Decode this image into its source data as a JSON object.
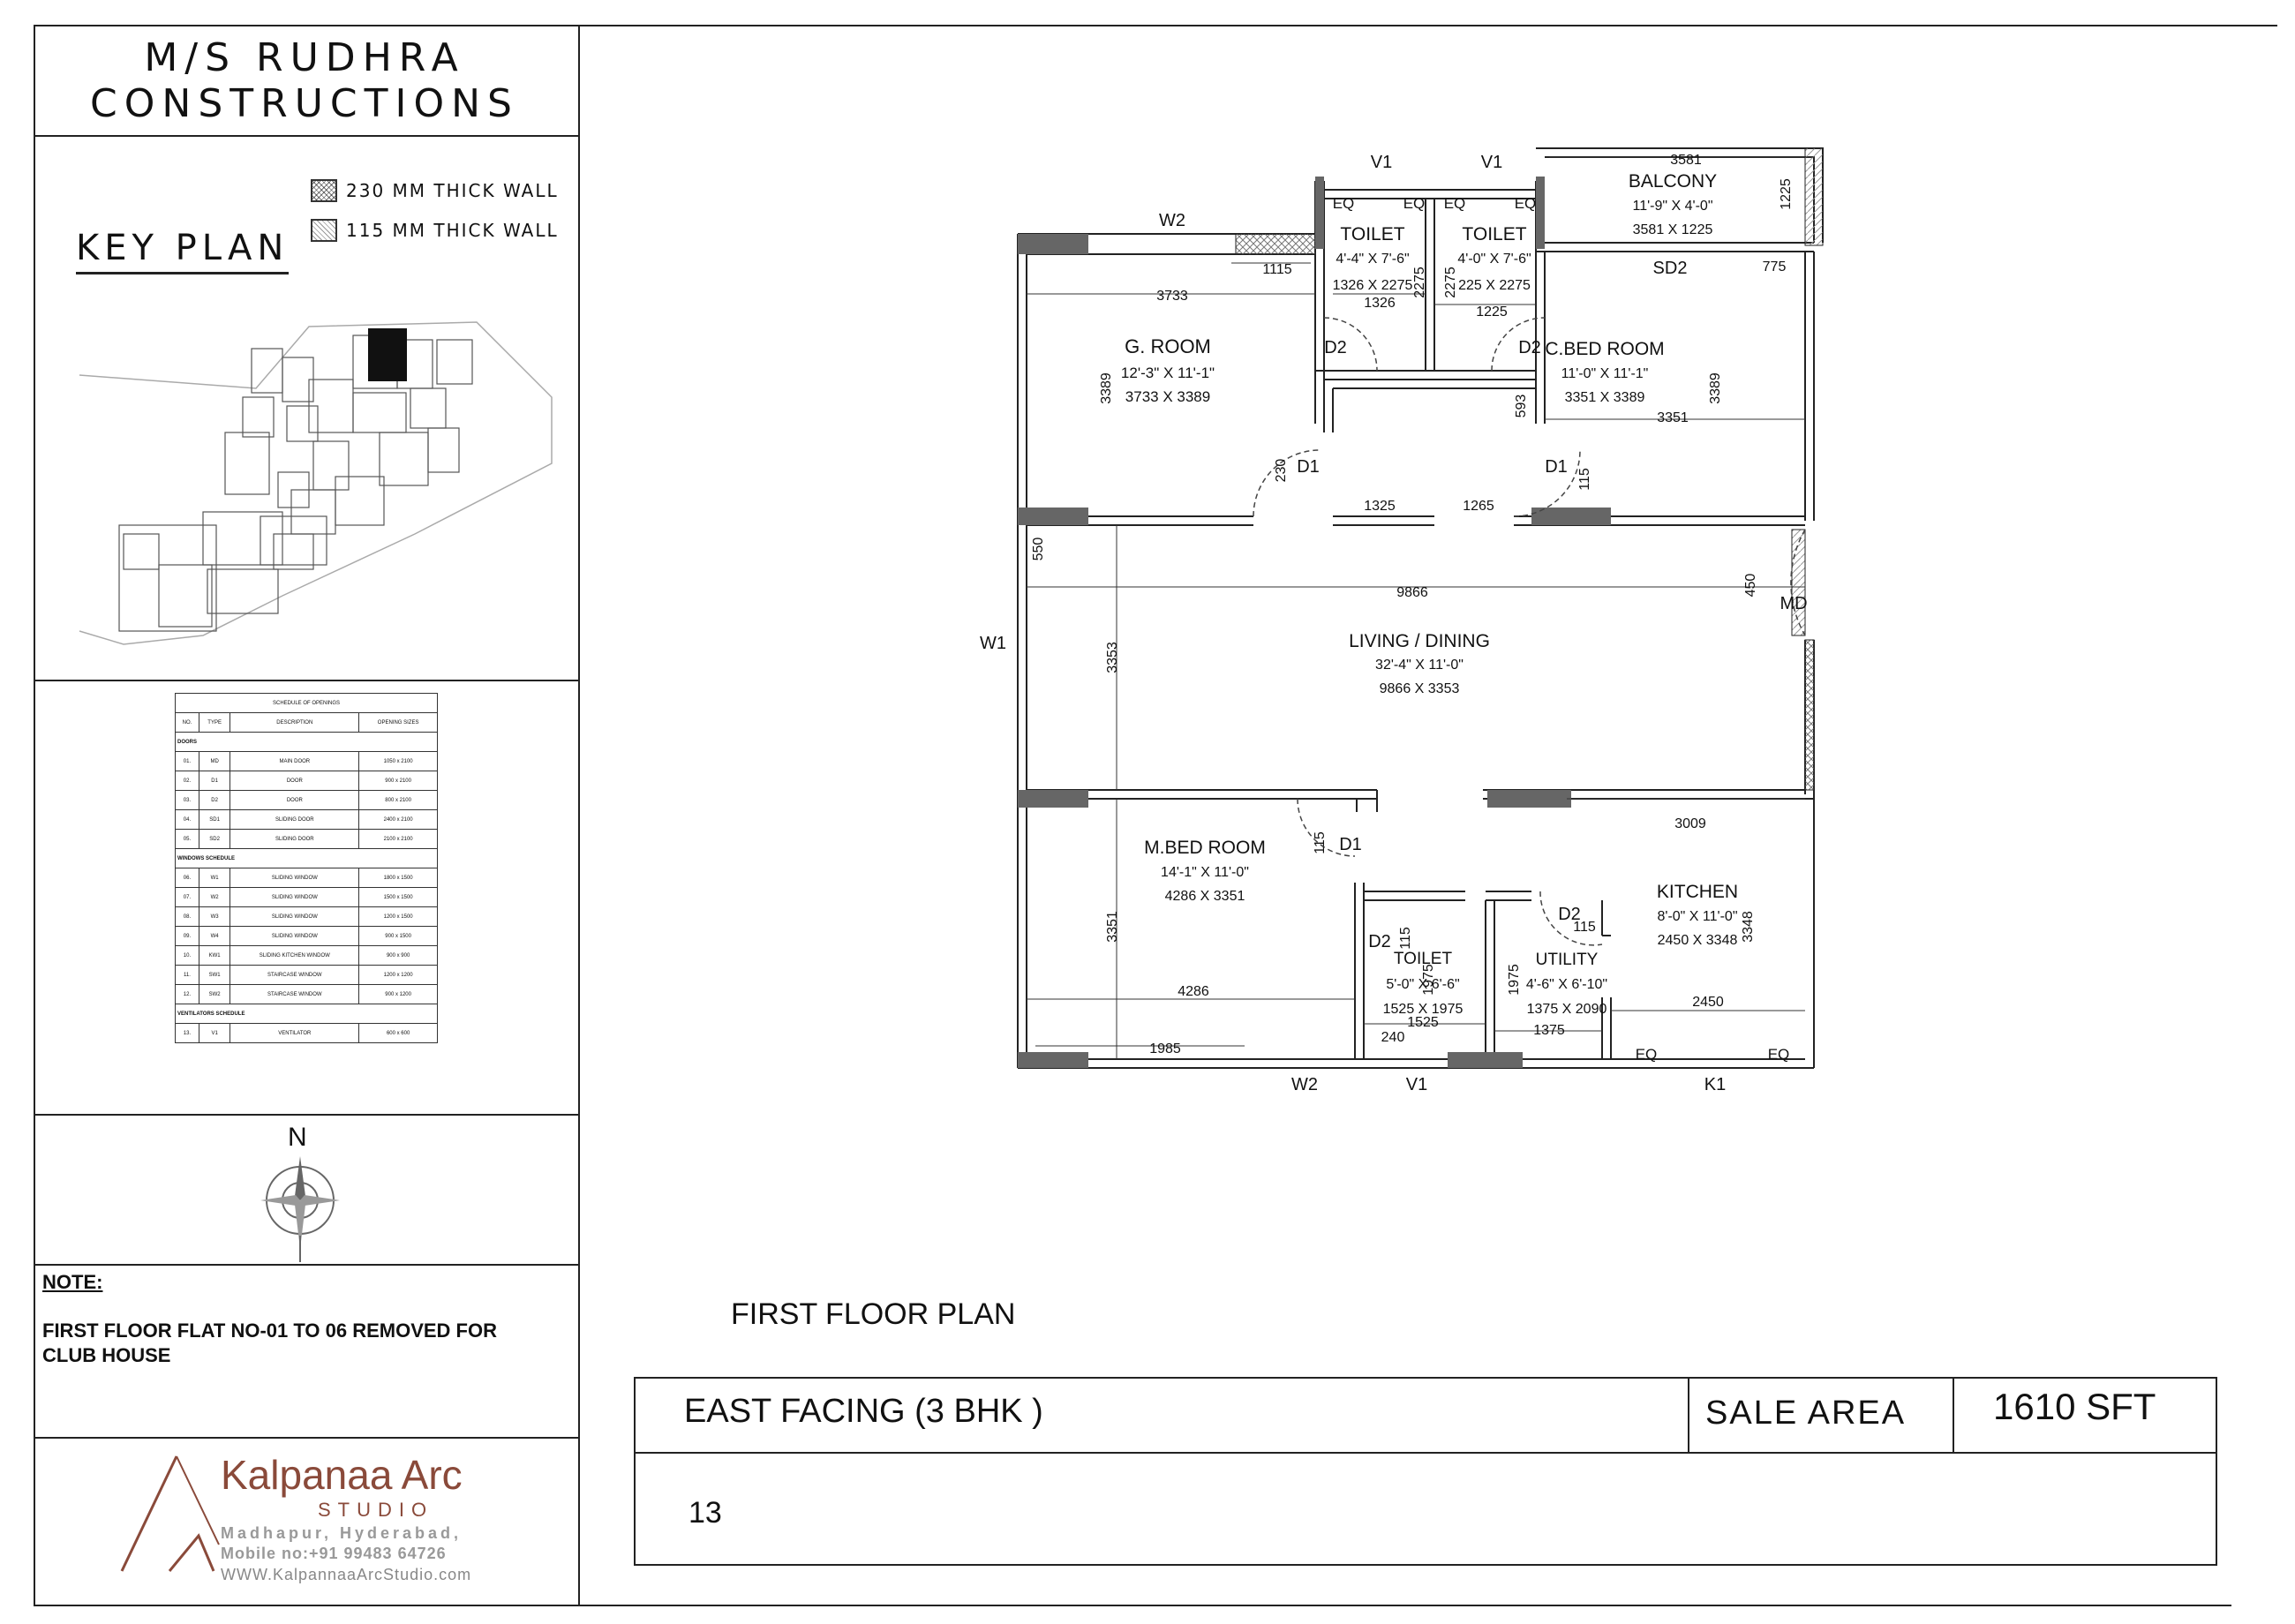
{
  "company": {
    "line1": "M/S RUDHRA",
    "line2": "CONSTRUCTIONS"
  },
  "legend": {
    "thick": "230 MM THICK WALL",
    "thin": "115 MM THICK WALL"
  },
  "key_plan_title": "KEY PLAN",
  "schedule": {
    "title": "SCHEDULE OF OPENINGS",
    "headers": [
      "NO.",
      "TYPE",
      "DESCRIPTION",
      "OPENING SIZES"
    ],
    "doors_label": "DOORS",
    "windows_label": "WINDOWS SCHEDULE",
    "ventilators_label": "VENTILATORS SCHEDULE",
    "rows": [
      {
        "no": "01.",
        "type": "MD",
        "desc": "MAIN DOOR",
        "size": "1050 x 2100"
      },
      {
        "no": "02.",
        "type": "D1",
        "desc": "DOOR",
        "size": "900 x 2100"
      },
      {
        "no": "03.",
        "type": "D2",
        "desc": "DOOR",
        "size": "800 x 2100"
      },
      {
        "no": "04.",
        "type": "SD1",
        "desc": "SLIDING DOOR",
        "size": "2400 x 2100"
      },
      {
        "no": "05.",
        "type": "SD2",
        "desc": "SLIDING DOOR",
        "size": "2100 x 2100"
      },
      {
        "no": "06.",
        "type": "W1",
        "desc": "SLIDING WINDOW",
        "size": "1800 x 1500"
      },
      {
        "no": "07.",
        "type": "W2",
        "desc": "SLIDING WINDOW",
        "size": "1500 x 1500"
      },
      {
        "no": "08.",
        "type": "W3",
        "desc": "SLIDING WINDOW",
        "size": "1200 x 1500"
      },
      {
        "no": "09.",
        "type": "W4",
        "desc": "SLIDING WINDOW",
        "size": "900 x 1500"
      },
      {
        "no": "10.",
        "type": "KW1",
        "desc": "SLIDING KITCHEN WINDOW",
        "size": "900 x 900"
      },
      {
        "no": "11.",
        "type": "SW1",
        "desc": "STAIRCASE WINDOW",
        "size": "1200 x 1200"
      },
      {
        "no": "12.",
        "type": "SW2",
        "desc": "STAIRCASE WINDOW",
        "size": "900 x 1200"
      },
      {
        "no": "13.",
        "type": "V1",
        "desc": "VENTILATOR",
        "size": "600 x 600"
      }
    ]
  },
  "north": "N",
  "note": {
    "title": "NOTE:",
    "text": "FIRST FLOOR  FLAT NO-01 TO 06 REMOVED FOR CLUB HOUSE"
  },
  "logo": {
    "name": "Kalpanaa Arc",
    "studio": "STUDIO",
    "address": "Madhapur, Hyderabad,",
    "mobile": "Mobile no:+91 99483 64726",
    "web": "WWW.KalpannaaArcStudio.com"
  },
  "plan_title": "FIRST FLOOR PLAN",
  "title_block": {
    "facing": "EAST FACING  (3 BHK )",
    "sale_label": "SALE AREA",
    "sale_value": "1610 SFT",
    "flat_no": "13"
  },
  "rooms": {
    "g_room": {
      "name": "G. ROOM",
      "ft": "12'-3\" X 11'-1\"",
      "mm": "3733 X 3389"
    },
    "toilet1": {
      "name": "TOILET",
      "ft": "4'-4\" X 7'-6\"",
      "mm": "1326 X 2275"
    },
    "toilet2": {
      "name": "TOILET",
      "ft": "4'-0\" X 7'-6\"",
      "mm": "225 X 2275"
    },
    "balcony": {
      "name": "BALCONY",
      "ft": "11'-9\" X 4'-0\"",
      "mm": "3581 X 1225"
    },
    "c_bed": {
      "name": "C.BED ROOM",
      "ft": "11'-0\" X 11'-1\"",
      "mm": "3351 X 3389"
    },
    "living": {
      "name": "LIVING / DINING",
      "ft": "32'-4\" X 11'-0\"",
      "mm": "9866 X 3353"
    },
    "m_bed": {
      "name": "M.BED ROOM",
      "ft": "14'-1\" X 11'-0\"",
      "mm": "4286 X 3351"
    },
    "toilet3": {
      "name": "TOILET",
      "ft": "5'-0\" X 6'-6\"",
      "mm": "1525 X 1975"
    },
    "utility": {
      "name": "UTILITY",
      "ft": "4'-6\" X 6'-10\"",
      "mm": "1375 X 2090"
    },
    "kitchen": {
      "name": "KITCHEN",
      "ft": "8'-0\" X 11'-0\"",
      "mm": "2450 X 3348"
    }
  },
  "labels": {
    "v1": "V1",
    "w2": "W2",
    "w1": "W1",
    "d1": "D1",
    "d2": "D2",
    "md": "MD",
    "sd2": "SD2",
    "k1": "K1",
    "eq": "EQ"
  },
  "dims": {
    "d3581": "3581",
    "d1225": "1225",
    "d1115": "1115",
    "d3733": "3733",
    "d1326": "1326",
    "d2275": "2275",
    "d775": "775",
    "d3389": "3389",
    "d593": "593",
    "d3351": "3351",
    "d230": "230",
    "d115": "115",
    "d1325": "1325",
    "d1265": "1265",
    "d550": "550",
    "d9866": "9866",
    "d450": "450",
    "d3353": "3353",
    "d3009": "3009",
    "d3348": "3348",
    "d4286": "4286",
    "d1975": "1975",
    "d2450": "2450",
    "d1525": "1525",
    "d1375": "1375",
    "d240": "240",
    "d1985": "1985"
  }
}
